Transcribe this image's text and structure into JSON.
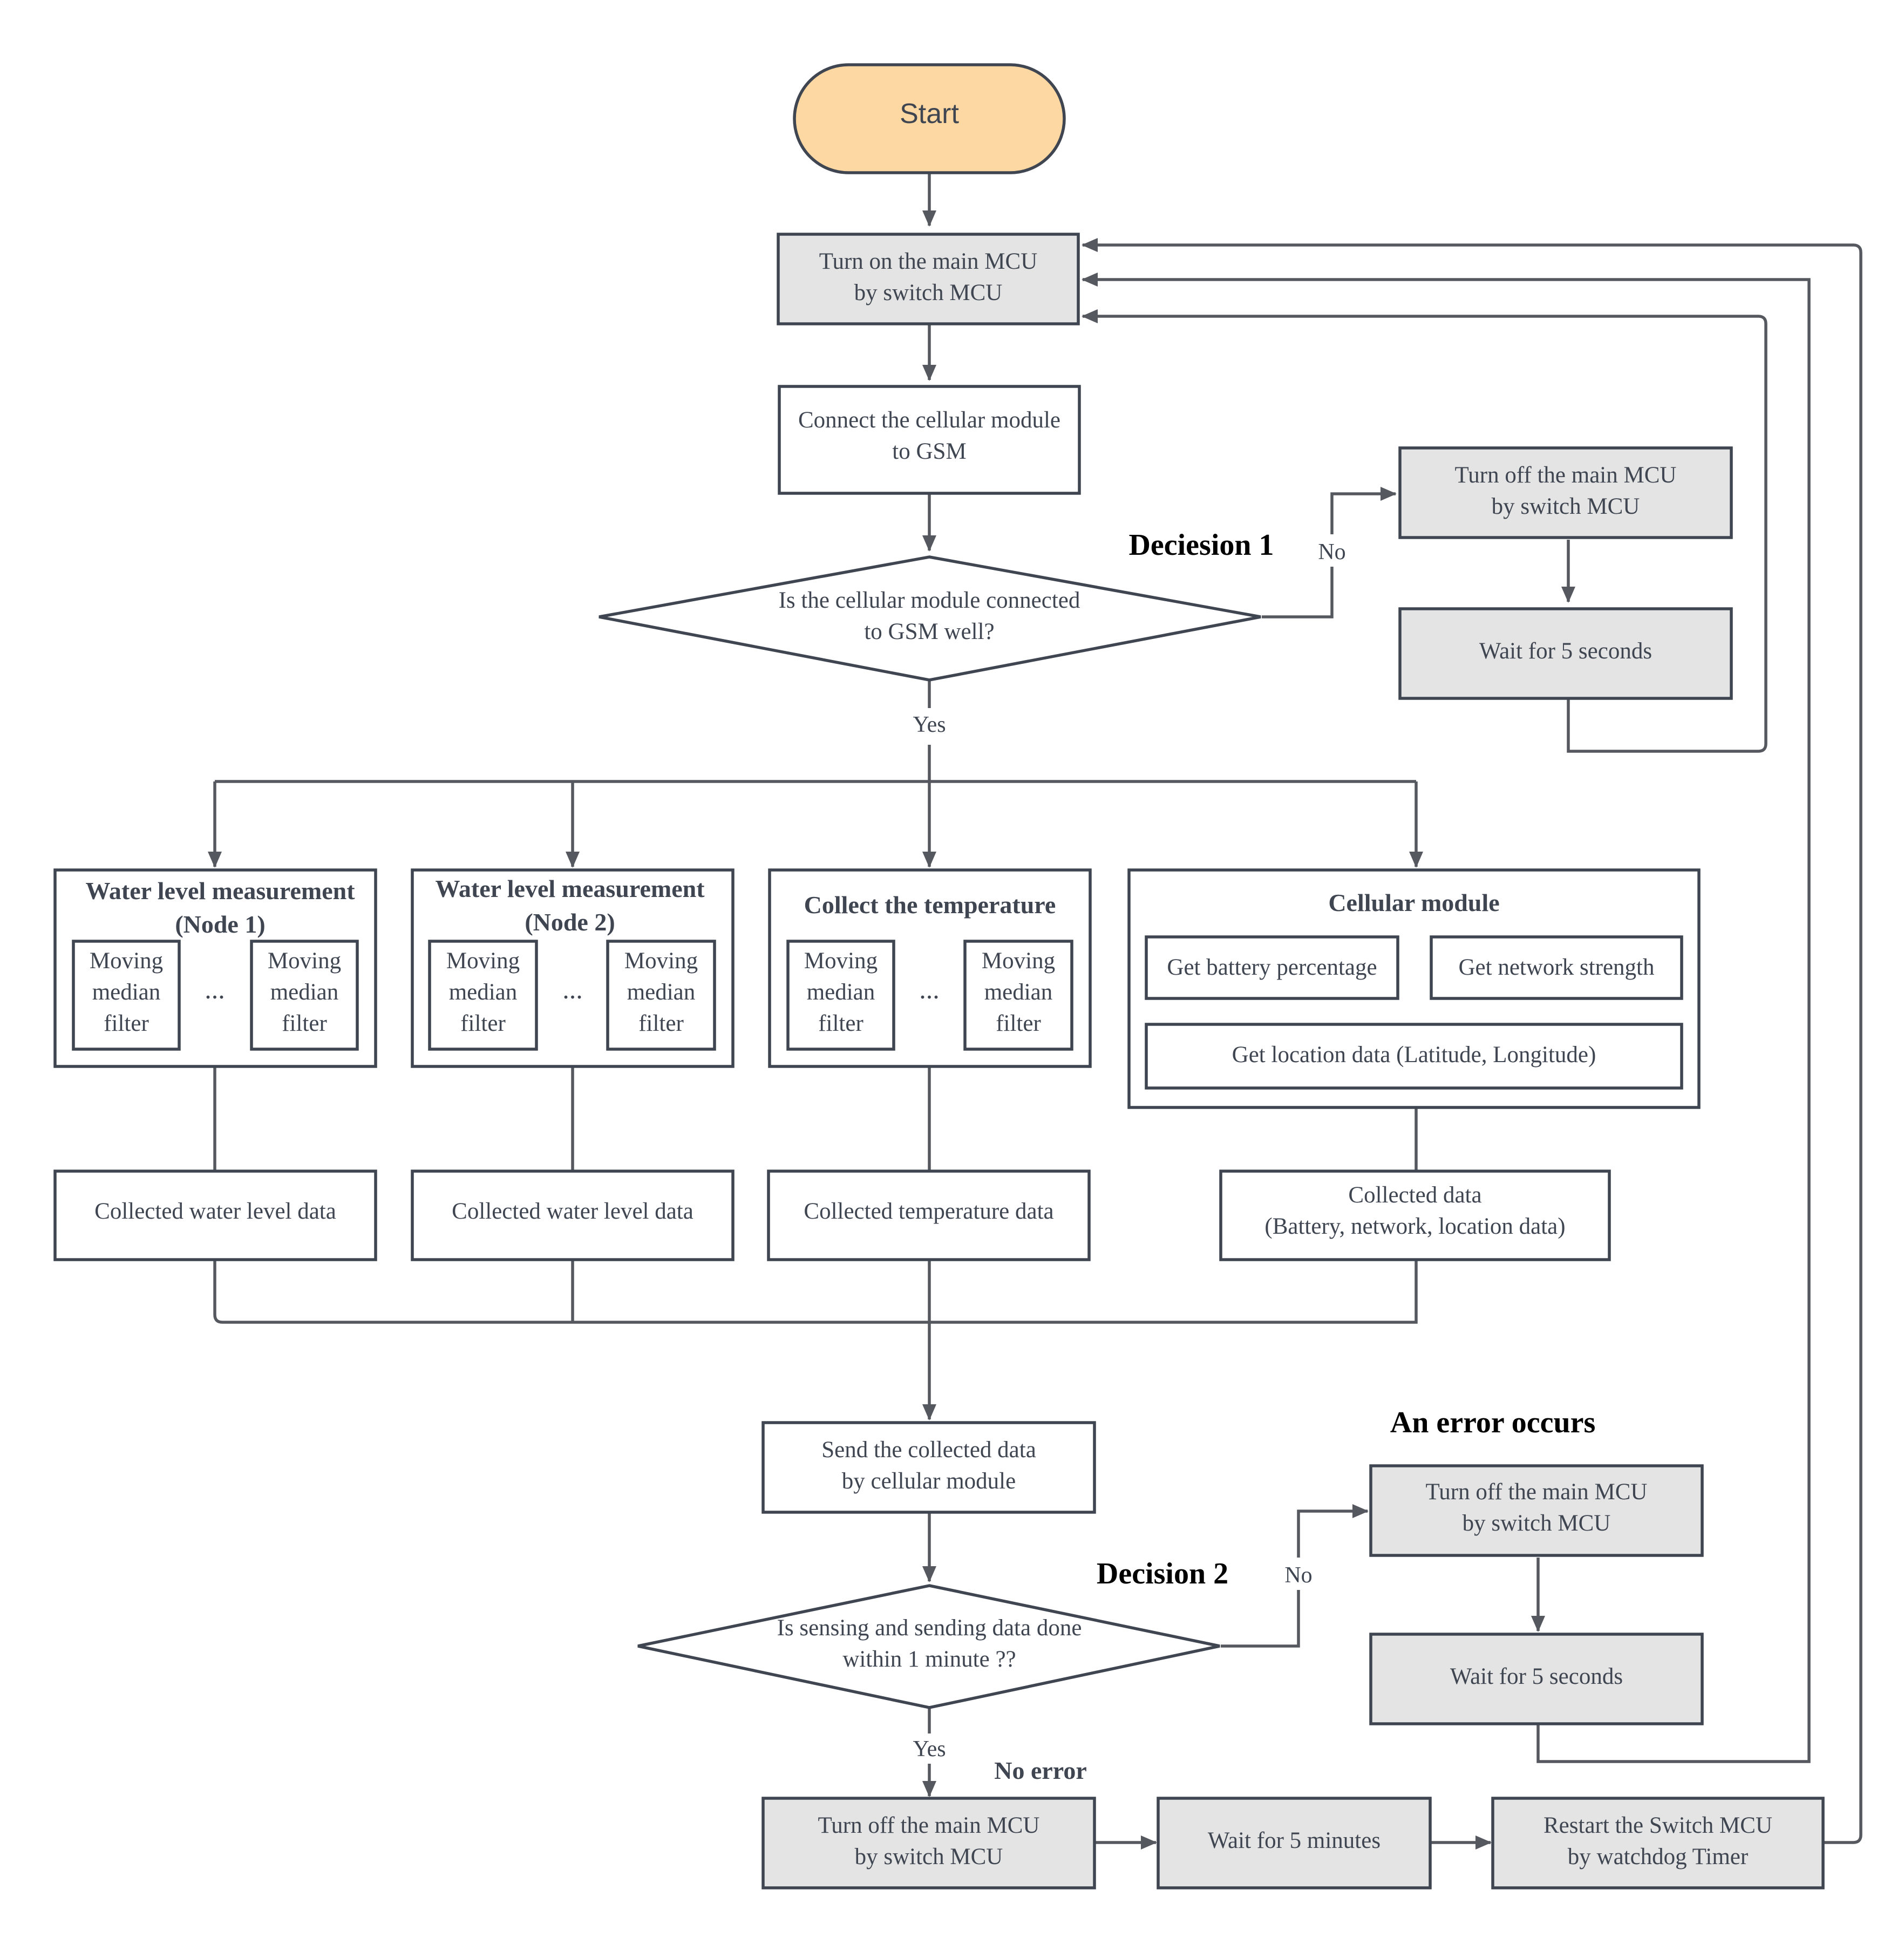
{
  "start": {
    "label": "Start"
  },
  "power_on": {
    "line1": "Turn on the main MCU",
    "line2": "by switch MCU"
  },
  "connect": {
    "line1": "Connect the cellular module",
    "line2": "to GSM"
  },
  "decision1": {
    "title": "Deciesion 1",
    "line1": "Is the cellular module connected",
    "line2": "to GSM well?",
    "yes": "Yes",
    "no": "No"
  },
  "retry1": {
    "off_line1": "Turn off the main MCU",
    "off_line2": "by switch MCU",
    "wait": "Wait for 5 seconds"
  },
  "node1": {
    "title1": "Water level measurement",
    "title2": "(Node 1)",
    "filter": [
      "Moving",
      "median",
      "filter"
    ],
    "dots": "...",
    "collected": "Collected water level data"
  },
  "node2": {
    "title1": "Water level measurement",
    "title2": "(Node 2)",
    "filter": [
      "Moving",
      "median",
      "filter"
    ],
    "dots": "...",
    "collected": "Collected water level data"
  },
  "temperature": {
    "title": "Collect the temperature",
    "filter": [
      "Moving",
      "median",
      "filter"
    ],
    "dots": "...",
    "collected": "Collected temperature data"
  },
  "cellular": {
    "title": "Cellular module",
    "battery": "Get battery percentage",
    "network": "Get network strength",
    "location": "Get location data (Latitude, Longitude)",
    "collected_line1": "Collected data",
    "collected_line2": "(Battery, network, location data)"
  },
  "send": {
    "line1": "Send the collected data",
    "line2": "by cellular module"
  },
  "decision2": {
    "title": "Decision 2",
    "line1": "Is sensing and sending data done",
    "line2": "within 1 minute ??",
    "yes": "Yes",
    "no": "No"
  },
  "error_branch": {
    "title": "An error occurs",
    "off_line1": "Turn off the main MCU",
    "off_line2": "by switch MCU",
    "wait": "Wait for 5 seconds"
  },
  "no_error": {
    "title": "No error",
    "off_line1": "Turn off the main MCU",
    "off_line2": "by switch MCU",
    "wait": "Wait for 5 minutes",
    "restart_line1": "Restart the Switch MCU",
    "restart_line2": "by watchdog Timer"
  },
  "colors": {
    "start_fill": "#fdd8a2",
    "grey_fill": "#e4e4e4",
    "stroke": "#3f4651"
  }
}
